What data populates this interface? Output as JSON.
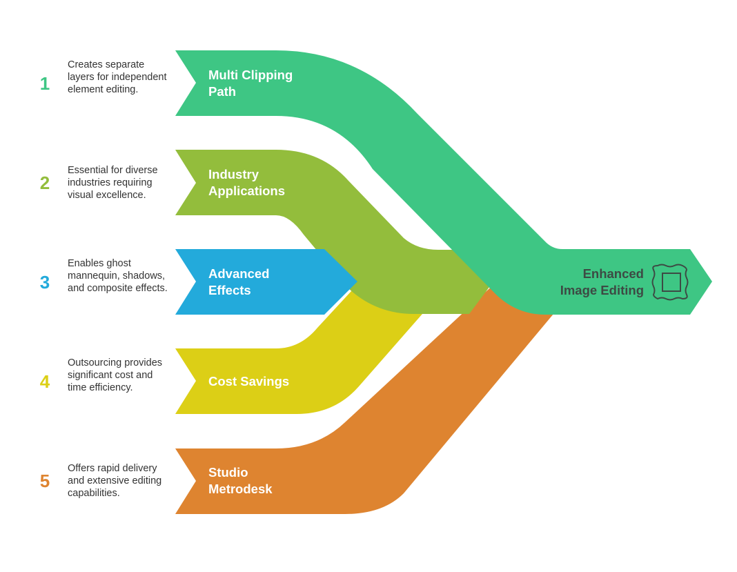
{
  "inputs": [
    {
      "number": "1",
      "label_lines": [
        "Multi Clipping",
        "Path"
      ],
      "description": "Creates separate layers for independent element editing.",
      "color": "#3ec684"
    },
    {
      "number": "2",
      "label_lines": [
        "Industry",
        "Applications"
      ],
      "description": "Essential for diverse industries requiring visual excellence.",
      "color": "#93bd3c"
    },
    {
      "number": "3",
      "label_lines": [
        "Advanced",
        "Effects"
      ],
      "description": "Enables ghost mannequin, shadows, and composite effects.",
      "color": "#23aadb"
    },
    {
      "number": "4",
      "label_lines": [
        "Cost Savings"
      ],
      "description": "Outsourcing provides significant cost and time efficiency.",
      "color": "#dccf16"
    },
    {
      "number": "5",
      "label_lines": [
        "Studio",
        "Metrodesk"
      ],
      "description": "Offers rapid delivery and extensive editing capabilities.",
      "color": "#de8430"
    }
  ],
  "output": {
    "label_lines": [
      "Enhanced",
      "Image Editing"
    ],
    "icon": "image-frame-icon",
    "color": "#3ec684",
    "text_color": "#3d4a44"
  }
}
